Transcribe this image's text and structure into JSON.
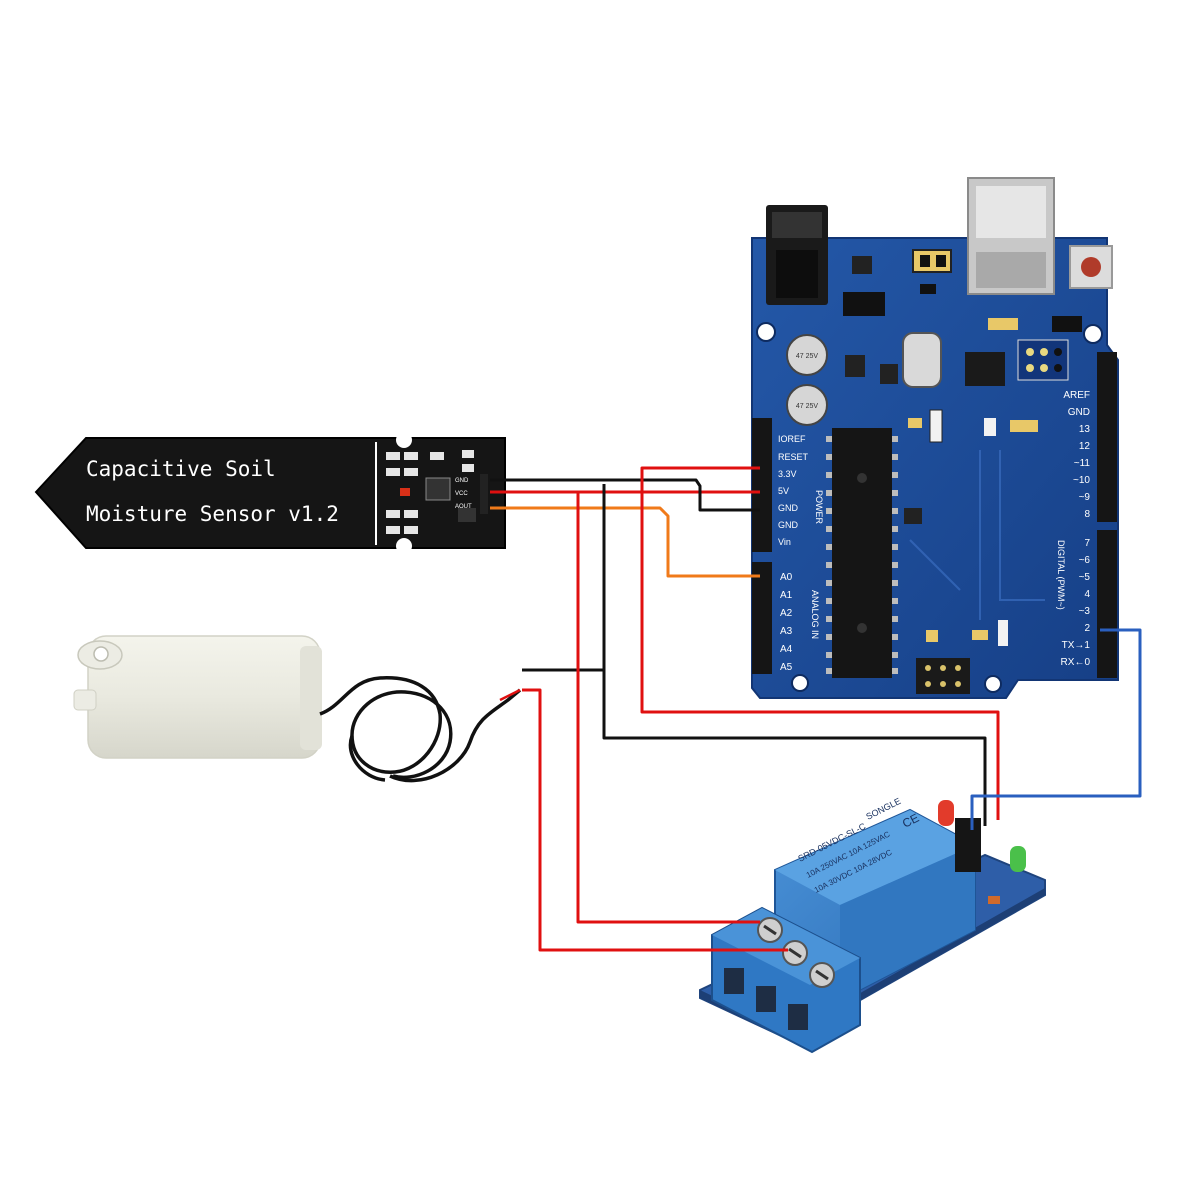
{
  "sensor": {
    "line1": "Capacitive Soil",
    "line2": "Moisture Sensor v1.2",
    "pins": [
      "GND",
      "VCC",
      "AOUT"
    ]
  },
  "arduino": {
    "power_header": [
      "IOREF",
      "RESET",
      "3.3V",
      "5V",
      "GND",
      "GND",
      "Vin"
    ],
    "power_label": "POWER",
    "analog_header": [
      "A0",
      "A1",
      "A2",
      "A3",
      "A4",
      "A5"
    ],
    "analog_label": "ANALOG IN",
    "digital_top": [
      "AREF",
      "GND",
      "13",
      "12",
      "~11",
      "~10",
      "~9",
      "8"
    ],
    "digital_bottom": [
      "7",
      "~6",
      "~5",
      "4",
      "~3",
      "2",
      "TX→1",
      "RX←0"
    ],
    "digital_label": "DIGITAL (PWM~)",
    "cap_label": "47 25V"
  },
  "relay": {
    "lines": [
      "SRD-05VDC-SL-C",
      "10A 250VAC 10A 125VAC",
      "10A 30VDC 10A 28VDC"
    ],
    "brand": "SONGLE",
    "ce": "CE"
  },
  "colors": {
    "wire_red": "#e01010",
    "wire_black": "#111111",
    "wire_orange": "#f07a1a",
    "wire_blue": "#2a5fbf",
    "board_blue": "#1f4fa0",
    "relay_blue": "#3a7fc8"
  }
}
